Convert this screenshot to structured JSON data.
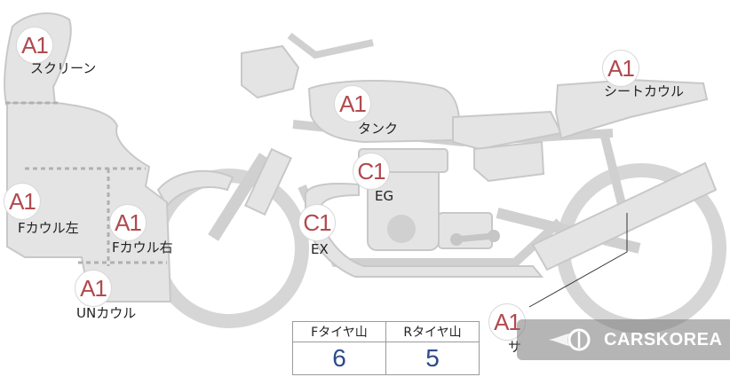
{
  "parts": [
    {
      "id": "screen",
      "grade": "A1",
      "label": "スクリーン"
    },
    {
      "id": "tank",
      "grade": "A1",
      "label": "タンク"
    },
    {
      "id": "seat-cowl",
      "grade": "A1",
      "label": "シートカウル"
    },
    {
      "id": "engine",
      "grade": "C1",
      "label": "EG"
    },
    {
      "id": "f-cowl-left",
      "grade": "A1",
      "label": "Fカウル左"
    },
    {
      "id": "f-cowl-right",
      "grade": "A1",
      "label": "Fカウル右"
    },
    {
      "id": "exhaust",
      "grade": "C1",
      "label": "EX"
    },
    {
      "id": "under-cowl",
      "grade": "A1",
      "label": "UNカウル"
    },
    {
      "id": "muffler",
      "grade": "A1",
      "label": "サ"
    }
  ],
  "tire_table": {
    "headers": [
      "Fタイヤ山",
      "Rタイヤ山"
    ],
    "values": [
      "6",
      "5"
    ]
  },
  "watermark": {
    "text": "CARSKOREA",
    "icon": "flame-logo-icon"
  },
  "colors": {
    "badge_text": "#b14a4f",
    "tire_value": "#2e4a8a",
    "shape_fill": "#e4e4e4"
  }
}
